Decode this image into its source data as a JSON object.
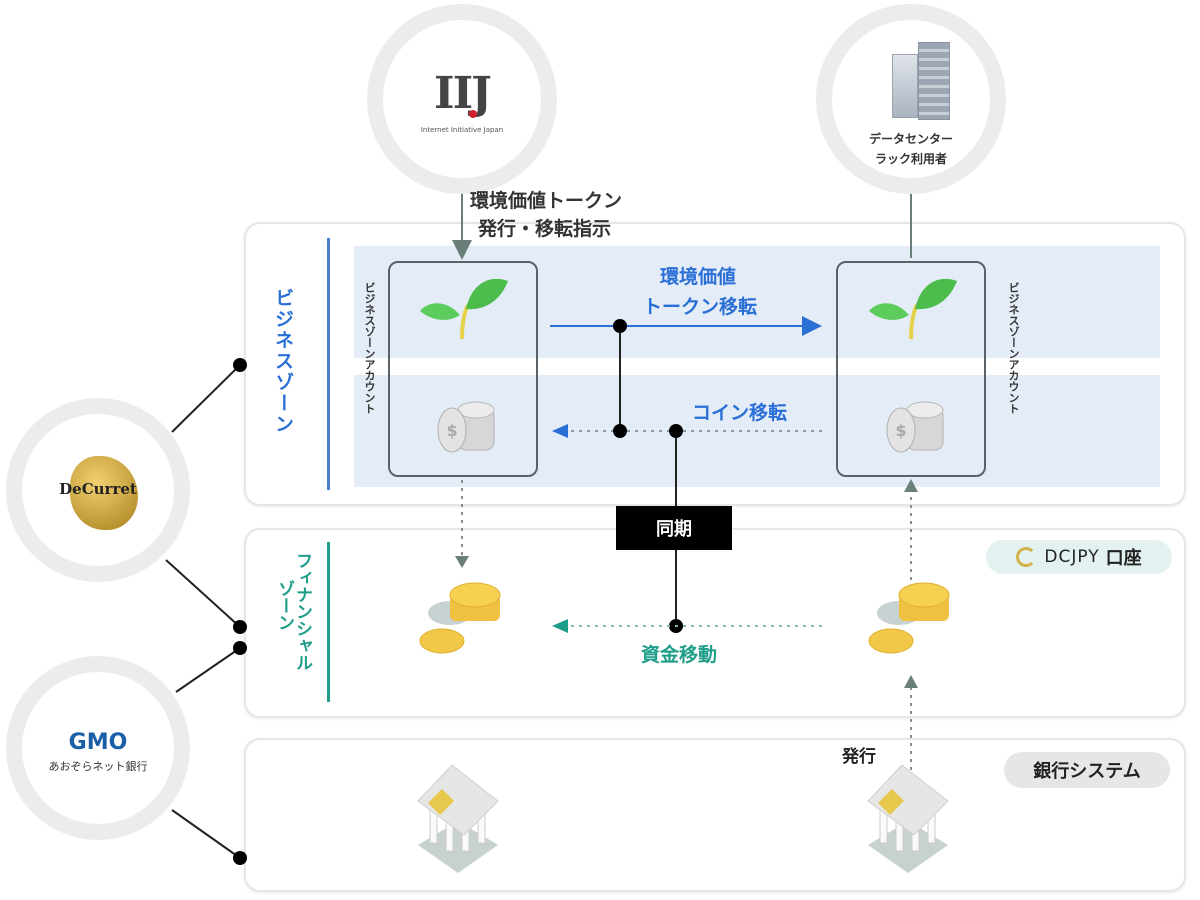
{
  "entities": {
    "iij": {
      "logo_text": "IIJ",
      "subtitle": "Internet Initiative Japan"
    },
    "datacenter": {
      "line1": "データセンター",
      "line2": "ラック利用者"
    },
    "decurret": {
      "logo_text": "DeCurret"
    },
    "gmo": {
      "logo_text": "GMO",
      "subtitle": "あおぞらネット銀行"
    }
  },
  "instruction": {
    "line1": "環境価値トークン",
    "line2": "発行・移転指示"
  },
  "zones": {
    "business": {
      "label": "ビジネスゾーン",
      "color": "#2a6fd6"
    },
    "financial": {
      "label_col1": "フィナンシャル",
      "label_col2": "ゾーン",
      "color": "#1e9e8a"
    },
    "bank": {
      "badge": "銀行システム"
    }
  },
  "accounts": {
    "left_label": "ビジネスゾーンアカウント",
    "right_label": "ビジネスゾーンアカウント"
  },
  "flows": {
    "token_transfer": {
      "line1": "環境価値",
      "line2": "トークン移転"
    },
    "coin_transfer": "コイン移転",
    "sync": "同期",
    "fund_transfer": "資金移動",
    "issue": "発行"
  },
  "badges": {
    "dcjpy": {
      "brand": "DCJPY",
      "suffix": "口座"
    }
  },
  "colors": {
    "blue": "#2a6fd6",
    "teal": "#1e9e8a",
    "arrow_gray": "#6b7f7a",
    "band": "#e4ecf7",
    "sync_box": "#000000"
  }
}
